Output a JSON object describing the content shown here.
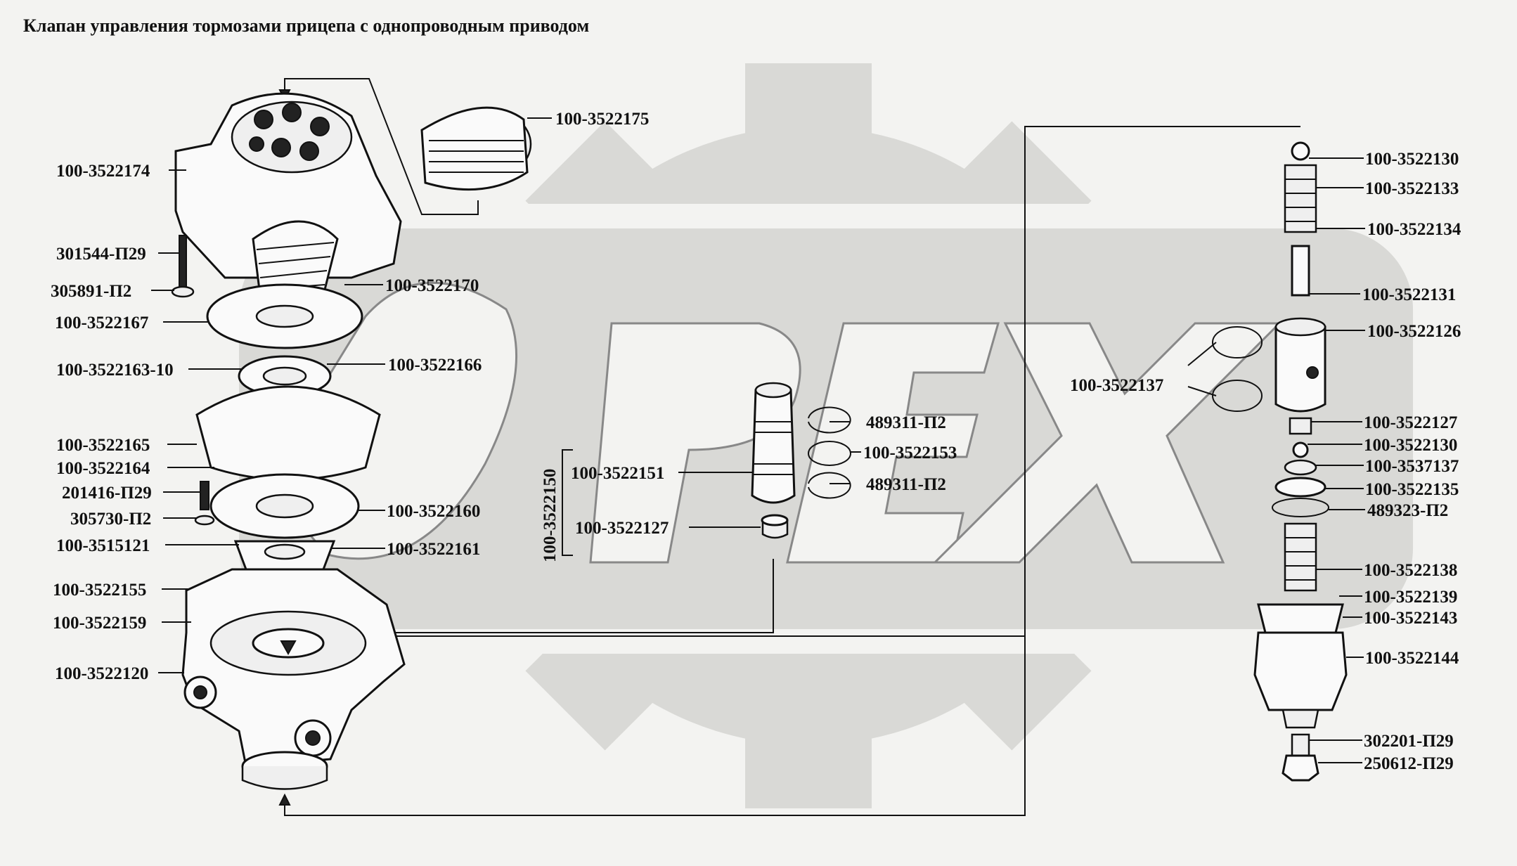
{
  "title": "Клапан управления тормозами прицепа с однопроводным приводом",
  "labels": {
    "l175": "100-3522175",
    "l174": "100-3522174",
    "l301544": "301544-П29",
    "l305891": "305891-П2",
    "l170": "100-3522170",
    "l167": "100-3522167",
    "l16310": "100-3522163-10",
    "l166": "100-3522166",
    "l165": "100-3522165",
    "l164": "100-3522164",
    "l201416": "201416-П29",
    "l305730": "305730-П2",
    "l160": "100-3522160",
    "l3515121": "100-3515121",
    "l161": "100-3522161",
    "l155": "100-3522155",
    "l159": "100-3522159",
    "l120": "100-3522120",
    "l150": "100-3522150",
    "l151": "100-3522151",
    "l127a": "100-3522127",
    "l489311a": "489311-П2",
    "l153": "100-3522153",
    "l489311b": "489311-П2",
    "l137": "100-3522137",
    "l130a": "100-3522130",
    "l133": "100-3522133",
    "l134": "100-3522134",
    "l131": "100-3522131",
    "l126": "100-3522126",
    "l127b": "100-3522127",
    "l130b": "100-3522130",
    "l3537137": "100-3537137",
    "l135": "100-3522135",
    "l489323": "489323-П2",
    "l138": "100-3522138",
    "l139": "100-3522139",
    "l143": "100-3522143",
    "l144": "100-3522144",
    "l302201": "302201-П29",
    "l250612": "250612-П29"
  },
  "watermark": "OPEX"
}
